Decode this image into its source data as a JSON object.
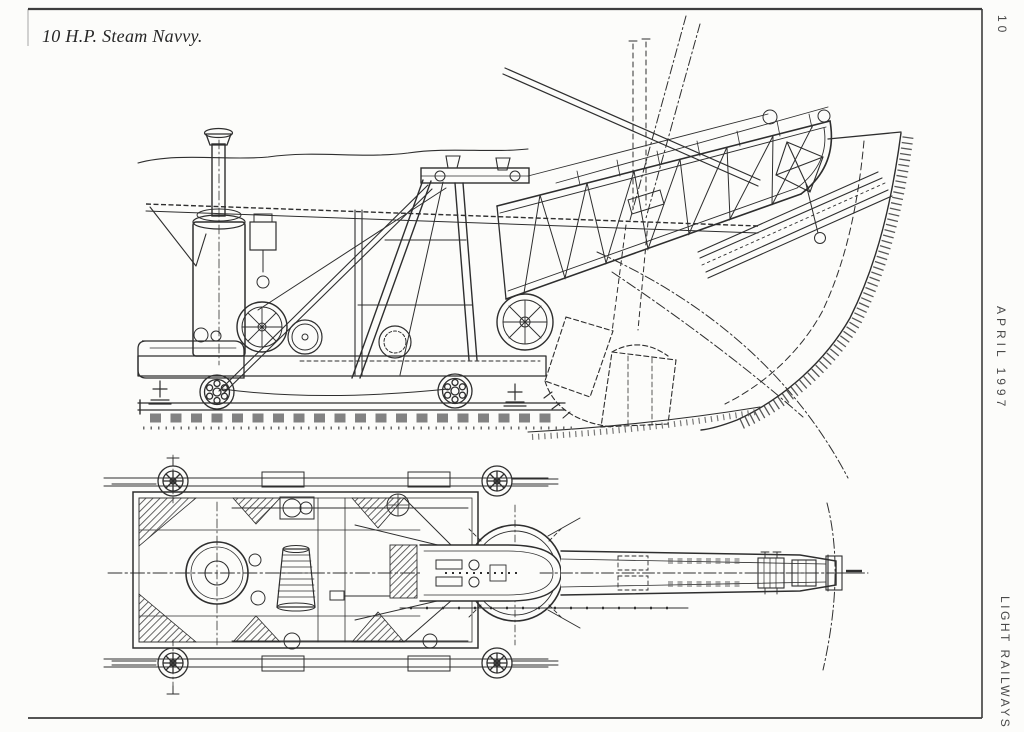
{
  "page": {
    "caption": "10 H.P. Steam Navvy.",
    "page_number": "10",
    "issue_date": "APRIL 1997",
    "publication": "LIGHT RAILWAYS"
  },
  "colors": {
    "paper": "#fcfcfa",
    "ink": "#2e2e2e",
    "frame_rule": "#3d3d3d",
    "margin_text": "#4a4a4a"
  }
}
